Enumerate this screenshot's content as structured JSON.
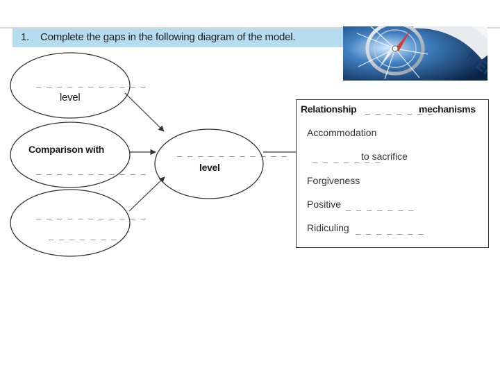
{
  "instruction": {
    "number": "1.",
    "text": "Complete the gaps in the following diagram of the model."
  },
  "photo": {
    "banner_text": "MENT",
    "icon": "compass-icon"
  },
  "diagram": {
    "blank_short": "_ _ _ _ _ _ _",
    "blank_long": "_ _ _ _ _ _ _ _ _ _ _",
    "blank_mid": "_ _ _  _ _ _ _",
    "left_top": {
      "label": "level"
    },
    "left_middle": {
      "label": "Comparison with"
    },
    "center": {
      "label": "level"
    },
    "relationship_box": {
      "title_left": "Relationship",
      "title_right": "mechanisms",
      "items": [
        {
          "prefix": "",
          "suffix": "Accommodation",
          "has_blank": false
        },
        {
          "prefix": "blank",
          "suffix": "to sacrifice",
          "has_blank": true
        },
        {
          "prefix": "",
          "suffix": "Forgiveness",
          "has_blank": false
        },
        {
          "prefix": "Positive",
          "suffix": "blank",
          "has_blank": true
        },
        {
          "prefix": "Ridiculing",
          "suffix": "blank",
          "has_blank": true
        }
      ]
    }
  },
  "colors": {
    "band": "#b6dcef",
    "line": "#333333"
  }
}
